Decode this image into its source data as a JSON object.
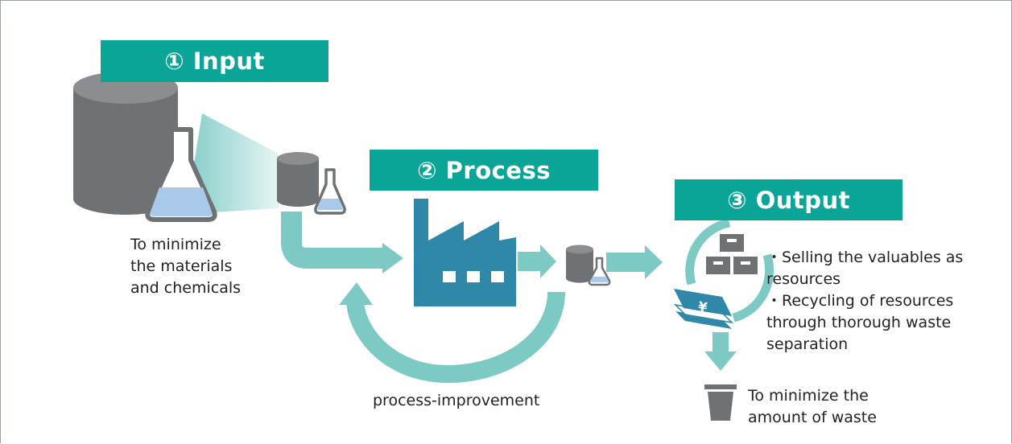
{
  "steps": [
    {
      "label": "① Input"
    },
    {
      "label": "② Process"
    },
    {
      "label": "③ Output"
    }
  ],
  "input_note": "To minimize\nthe materials\nand chemicals",
  "output_bullets": [
    "・Selling the valuables as\n   resources",
    "・Recycling of resources\n   through thorough waste\n   separation"
  ],
  "waste_note": "To minimize the\namount of waste",
  "loop_label": "process-improvement",
  "money_symbol": "¥",
  "icons": [
    "tank-icon",
    "flask-icon",
    "factory-icon",
    "boxes-icon",
    "money-icon",
    "trash-can-icon"
  ],
  "colors": {
    "banner": "#0aa597",
    "arrow": "#7dcac5",
    "factory": "#2f88a8",
    "gray": "#6e7275",
    "liquid": "#a9c8ea"
  }
}
